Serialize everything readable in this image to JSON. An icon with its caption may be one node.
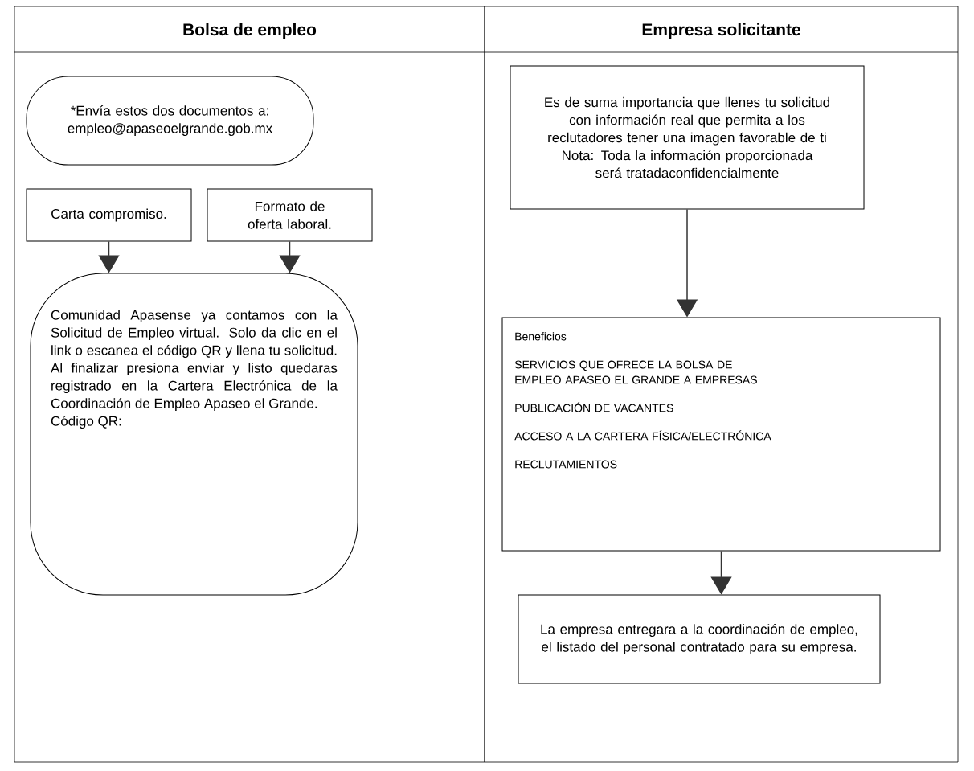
{
  "diagram": {
    "nodes": [
      {
        "text": [
          "Bolsa de empleo"
        ]
      },
      {
        "text": [
          "*Envía estos dos documentos a: empleo@apaseoelgrande.gob.mx"
        ],
        "in": 0
      },
      {
        "text": [
          "Carta compromiso."
        ],
        "in": 0
      },
      {
        "text": [
          "Formato de oferta laboral."
        ],
        "in": 0
      },
      {
        "text": [
          "Comunidad Apasense ya contamos con la Solicitud de Empleo virtual. Solo da clic en el link o escanea el código QR y llena tu solicitud. Al finalizar presiona enviar y listo quedaras registrado en la Cartera Electrónica de la Coordinación de Empleo Apaseo el Grande.",
          "Código QR:"
        ],
        "in": 0
      },
      {
        "text": [
          "Empresa solicitante"
        ]
      },
      {
        "text": [
          "Es de suma importancia que llenes tu solicitud con información real que permita a los reclutadores tener una imagen favorable de ti",
          "Nota: Toda la información proporcionada será tratadaconfidencialmente"
        ],
        "in": 5
      },
      {
        "text": [
          "Beneficios",
          "SERVICIOS QUE OFRECE LA BOLSA DE EMPLEO APASEO EL GRANDE A EMPRESAS",
          "PUBLICACIÓN DE VACANTES",
          "ACCESO A LA CARTERA FÍSICA/ELECTRÓNICA",
          "RECLUTAMIENTOS"
        ],
        "in": 5
      },
      {
        "text": [
          "La empresa entregara a la coordinación de empleo, el listado del personal contratado para su empresa."
        ],
        "in": 5
      }
    ],
    "edges": [
      {
        "from": 2,
        "to": 4,
        "arrow": "to"
      },
      {
        "from": 3,
        "to": 4,
        "arrow": "to"
      },
      {
        "from": 6,
        "to": 7,
        "arrow": "to"
      },
      {
        "from": 7,
        "to": 8,
        "arrow": "to"
      }
    ]
  }
}
